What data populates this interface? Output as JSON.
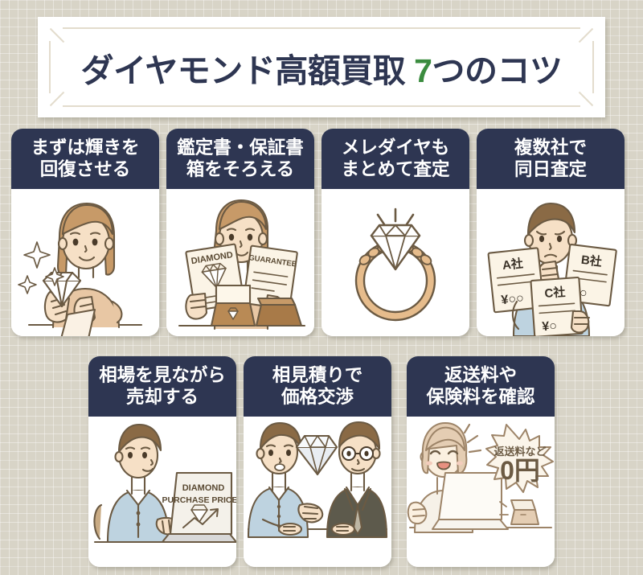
{
  "title": {
    "prefix": "ダイヤモンド高額買取 ",
    "accent_number": "7",
    "suffix": "つのコツ",
    "full": "ダイヤモンド高額買取 7つのコツ"
  },
  "colors": {
    "background": "#d8d4c7",
    "card_header": "#2e3652",
    "card_body": "#ffffff",
    "title_text": "#2e3652",
    "accent_green": "#3b8c3f",
    "frame_border": "#e3dccd",
    "illustration_line": "#6b5a43",
    "illustration_skin": "#f2d9bd",
    "illustration_hair": "#a07c52",
    "illustration_shirt_blue": "#b9cfdd"
  },
  "cards": [
    {
      "id": 1,
      "title_line1": "まずは輝きを",
      "title_line2": "回復させる",
      "illustration": "woman-polishing-diamond-with-cloth",
      "illustration_labels": []
    },
    {
      "id": 2,
      "title_line1": "鑑定書・保証書",
      "title_line2": "箱をそろえる",
      "illustration": "woman-holding-certificates-with-ring-boxes",
      "illustration_labels": [
        "DIAMOND",
        "GUARANTEE"
      ]
    },
    {
      "id": 3,
      "title_line1": "メレダイヤも",
      "title_line2": "まとめて査定",
      "illustration": "diamond-ring-with-melee-stones",
      "illustration_labels": []
    },
    {
      "id": 4,
      "title_line1": "複数社で",
      "title_line2": "同日査定",
      "illustration": "man-comparing-three-quotes",
      "illustration_labels": [
        "A社",
        "¥○○",
        "B社",
        "¥○",
        "C社",
        "¥○"
      ]
    },
    {
      "id": 5,
      "title_line1": "相場を見ながら",
      "title_line2": "売却する",
      "illustration": "man-at-laptop-checking-prices",
      "illustration_labels": [
        "DIAMOND",
        "PURCHASE PRICES"
      ]
    },
    {
      "id": 6,
      "title_line1": "相見積りで",
      "title_line2": "価格交渉",
      "illustration": "two-men-negotiating-over-diamond",
      "illustration_labels": []
    },
    {
      "id": 7,
      "title_line1": "返送料や",
      "title_line2": "保険料を確認",
      "illustration": "woman-cheering-at-laptop-with-zero-yen-badge",
      "illustration_labels": [
        "返送料など",
        "0円"
      ]
    }
  ],
  "illustration_text": {
    "card2_left_doc": "DIAMOND",
    "card2_right_doc": "GUARANTEE",
    "card4_quote_a_company": "A社",
    "card4_quote_a_price": "¥○○",
    "card4_quote_b_company": "B社",
    "card4_quote_b_price": "¥○",
    "card4_quote_c_company": "C社",
    "card4_quote_c_price": "¥○",
    "card5_screen_line1": "DIAMOND",
    "card5_screen_line2": "PURCHASE PRICES",
    "card7_badge_line1": "返送料など",
    "card7_badge_line2": "0円"
  }
}
